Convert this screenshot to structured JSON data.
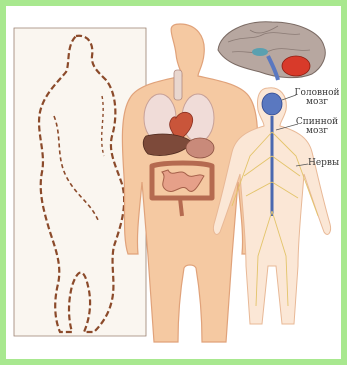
{
  "labels": {
    "brain": "Головной\nмозг",
    "spinal_cord": "Спинной\nмозг",
    "nerves": "Нервы"
  },
  "colors": {
    "frame_border": "#a8e88f",
    "body_fill": "#f5c9a2",
    "body_outline": "#e0a27a",
    "sketch_brown": "#8b4a2a",
    "nervous_blue": "#5a78c0",
    "brain_red": "#d83a2a"
  }
}
